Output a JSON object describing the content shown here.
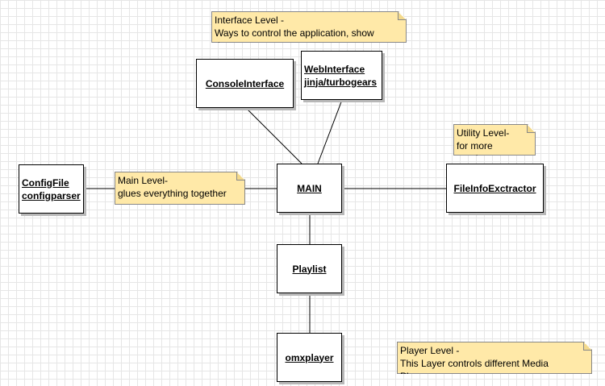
{
  "boxes": {
    "console_interface": [
      "ConsoleInterface"
    ],
    "web_interface": [
      "WebInterface",
      "jinja/turbogears"
    ],
    "main": [
      "MAIN"
    ],
    "config_file": [
      "ConfigFile",
      "configparser"
    ],
    "file_info_extractor": [
      "FileInfoExctractor"
    ],
    "playlist": [
      "Playlist"
    ],
    "omxplayer": [
      "omxplayer"
    ]
  },
  "notes": {
    "interface_level": [
      "Interface Level -",
      "Ways to control the application, show data"
    ],
    "utility_level": [
      "Utility Level-",
      "for more comfort"
    ],
    "main_level": [
      "Main Level-",
      "glues everything together"
    ],
    "player_level": [
      "Player Level -",
      "This Layer controls different Media Players"
    ]
  },
  "colors": {
    "note_fill": "#ffe9a8",
    "grid": "#e6e6e6"
  }
}
